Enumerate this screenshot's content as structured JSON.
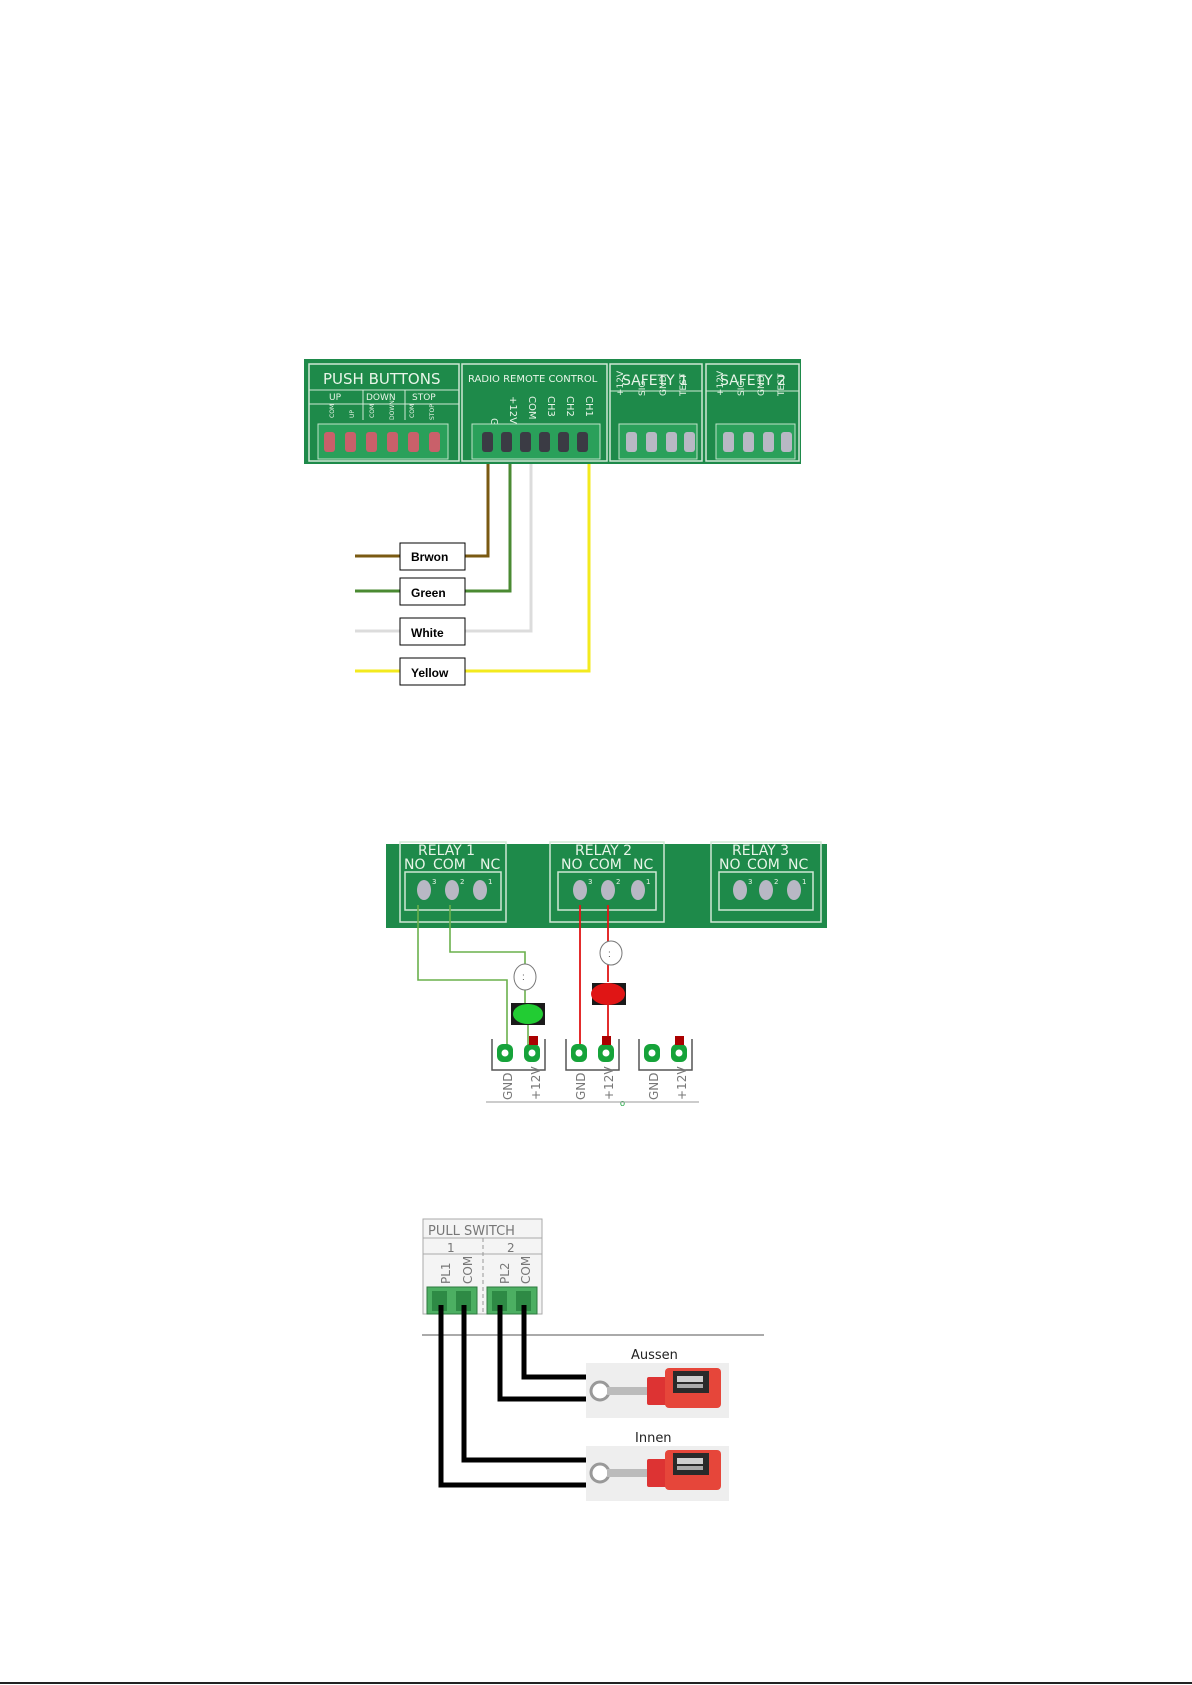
{
  "section1": {
    "push_buttons": {
      "title": "PUSH BUTTONS",
      "groups": [
        "UP",
        "DOWN",
        "STOP"
      ],
      "pins": [
        "COM",
        "UP",
        "COM",
        "DOWN",
        "COM",
        "STOP"
      ]
    },
    "radio_remote_control": {
      "title": "RADIO REMOTE CONTROL",
      "pins": [
        "GND",
        "+12V",
        "COM",
        "CH3",
        "CH2",
        "CH1"
      ]
    },
    "safety1": {
      "title": "SAFETY 1",
      "pins": [
        "+12V",
        "SIG",
        "GND",
        "TEST"
      ]
    },
    "safety2": {
      "title": "SAFETY 2",
      "pins": [
        "+12V",
        "SIG",
        "GND",
        "TEST"
      ]
    },
    "wire_labels": [
      "Brwon",
      "Green",
      "White",
      "Yellow"
    ],
    "wire_colors": {
      "brown": "#7a5a12",
      "green": "#4a8a32",
      "white": "#dcdcdc",
      "yellow": "#f3ea1e"
    }
  },
  "section2": {
    "relays": [
      {
        "title": "RELAY 1",
        "pins": [
          "NO",
          "COM",
          "NC"
        ],
        "numbers": [
          "3",
          "2",
          "1"
        ]
      },
      {
        "title": "RELAY 2",
        "pins": [
          "NO",
          "COM",
          "NC"
        ],
        "numbers": [
          "3",
          "2",
          "1"
        ]
      },
      {
        "title": "RELAY 3",
        "pins": [
          "NO",
          "COM",
          "NC"
        ],
        "numbers": [
          "3",
          "2",
          "1"
        ]
      }
    ],
    "terminal_labels": [
      "GND",
      "+12V",
      "GND",
      "+12V",
      "GND",
      "+12V"
    ],
    "lamp_colors": {
      "green": "#22cc33",
      "red": "#e01515"
    }
  },
  "section3": {
    "pull_switch": {
      "title": "PULL SWITCH",
      "numbers": [
        "1",
        "2"
      ],
      "pins": [
        "PL1",
        "COM",
        "PL2",
        "COM"
      ]
    },
    "switch_labels": [
      "Aussen",
      "Innen"
    ]
  },
  "pcb_color": "#1e8a4a"
}
